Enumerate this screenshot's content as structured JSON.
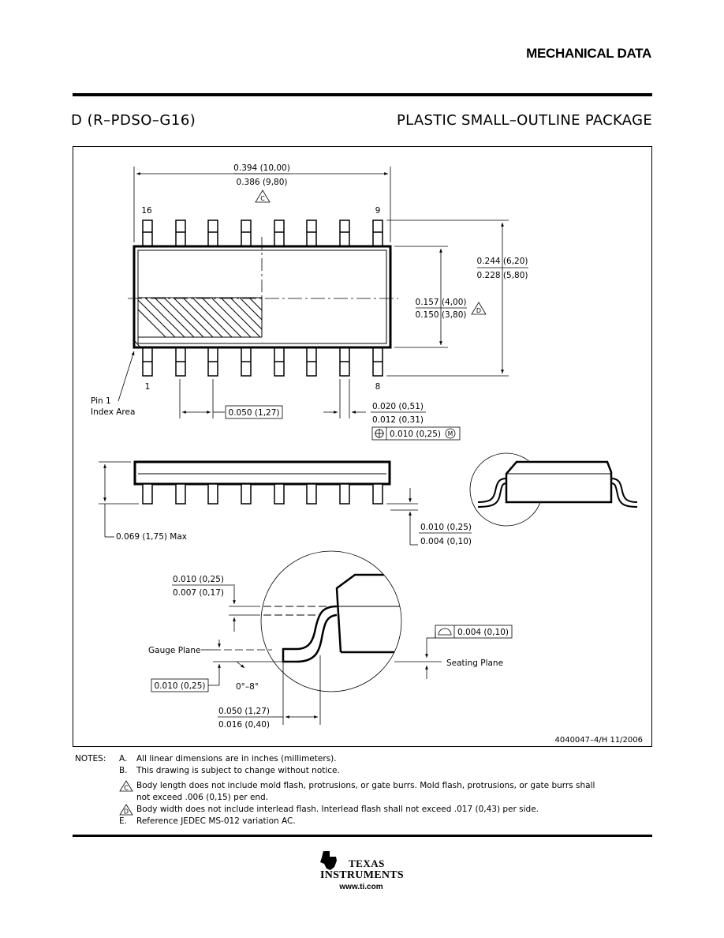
{
  "header": {
    "title": "MECHANICAL DATA"
  },
  "package": {
    "code": "D (R–PDSO–G16)",
    "name": "PLASTIC SMALL–OUTLINE PACKAGE"
  },
  "drawing": {
    "pin_16": "16",
    "pin_9": "9",
    "pin_1": "1",
    "pin_8": "8",
    "body_length_max": "0.394 (10,00)",
    "body_length_min": "0.386 (9,80)",
    "overall_width_max": "0.244 (6,20)",
    "overall_width_min": "0.228 (5,80)",
    "body_width_max": "0.157 (4,00)",
    "body_width_min": "0.150 (3,80)",
    "pin1_label_line1": "Pin 1",
    "pin1_label_line2": "Index Area",
    "pitch": "0.050 (1,27)",
    "lead_width_max": "0.020 (0,51)",
    "lead_width_min": "0.012 (0,31)",
    "position_tol": "0.010 (0,25)",
    "height_max": "0.069 (1,75) Max",
    "standoff_max": "0.010 (0,25)",
    "standoff_min": "0.004 (0,10)",
    "lead_thick_max": "0.010 (0,25)",
    "lead_thick_min": "0.007 (0,17)",
    "gauge_plane": "Gauge Plane",
    "gauge_value": "0.010 (0,25)",
    "angle": "0°–8°",
    "foot_max": "0.050 (1,27)",
    "foot_min": "0.016 (0,40)",
    "flatness": "0.004 (0,10)",
    "seating_plane": "Seating Plane",
    "note_marker_c": "C",
    "note_marker_d": "D",
    "mmc_marker": "M",
    "drawing_id": "4040047–4/H  11/2006"
  },
  "notes": {
    "label": "NOTES:",
    "a_key": "A.",
    "a_text": "All linear dimensions are in inches (millimeters).",
    "b_key": "B.",
    "b_text": "This drawing is subject to change without notice.",
    "c_key": "C",
    "c_text": "Body length does not include mold flash, protrusions, or gate burrs.  Mold flash, protrusions, or gate burrs shall",
    "c_text2": "not exceed .006 (0,15) per end.",
    "d_key": "D",
    "d_text": "Body width does not include interlead flash.  Interlead flash shall not exceed .017 (0,43) per side.",
    "e_key": "E.",
    "e_text": "Reference JEDEC MS-012 variation AC."
  },
  "footer": {
    "brand_line1": "TEXAS",
    "brand_line2": "INSTRUMENTS",
    "url": "www.ti.com"
  }
}
